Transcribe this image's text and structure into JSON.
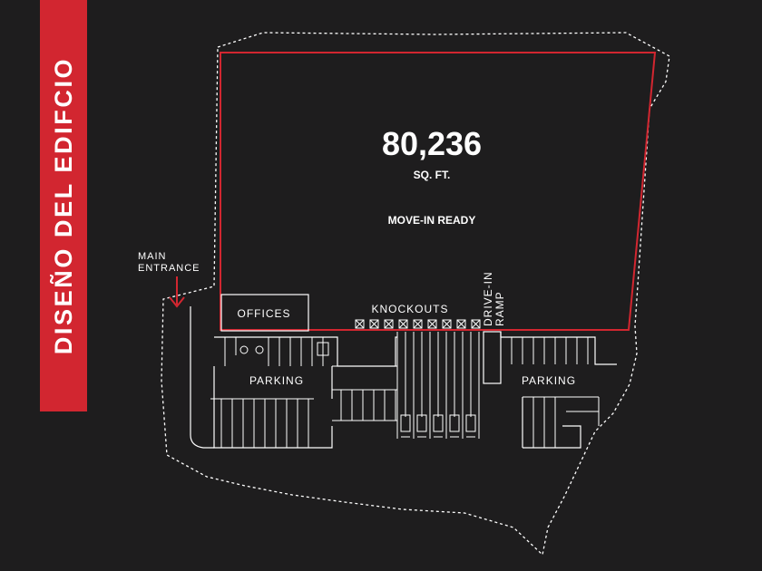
{
  "banner": {
    "title": "DISEÑO DEL EDIFCIO",
    "color": "#d22630"
  },
  "building": {
    "area": "80,236",
    "unit": "SQ. FT.",
    "status": "MOVE-IN READY",
    "outline_color": "#d22630"
  },
  "labels": {
    "main_entrance_line1": "MAIN",
    "main_entrance_line2": "ENTRANCE",
    "offices": "OFFICES",
    "knockouts": "KNOCKOUTS",
    "drive_in_line1": "DRIVE-IN",
    "drive_in_line2": "RAMP",
    "parking_left": "PARKING",
    "parking_right": "PARKING"
  },
  "icons": [
    "entrance-arrow-icon",
    "accessible-parking-icon",
    "knockout-x-icon",
    "truck-trailer-icon"
  ],
  "colors": {
    "background": "#1e1d1e",
    "lines": "#ffffff",
    "accent": "#d22630"
  }
}
